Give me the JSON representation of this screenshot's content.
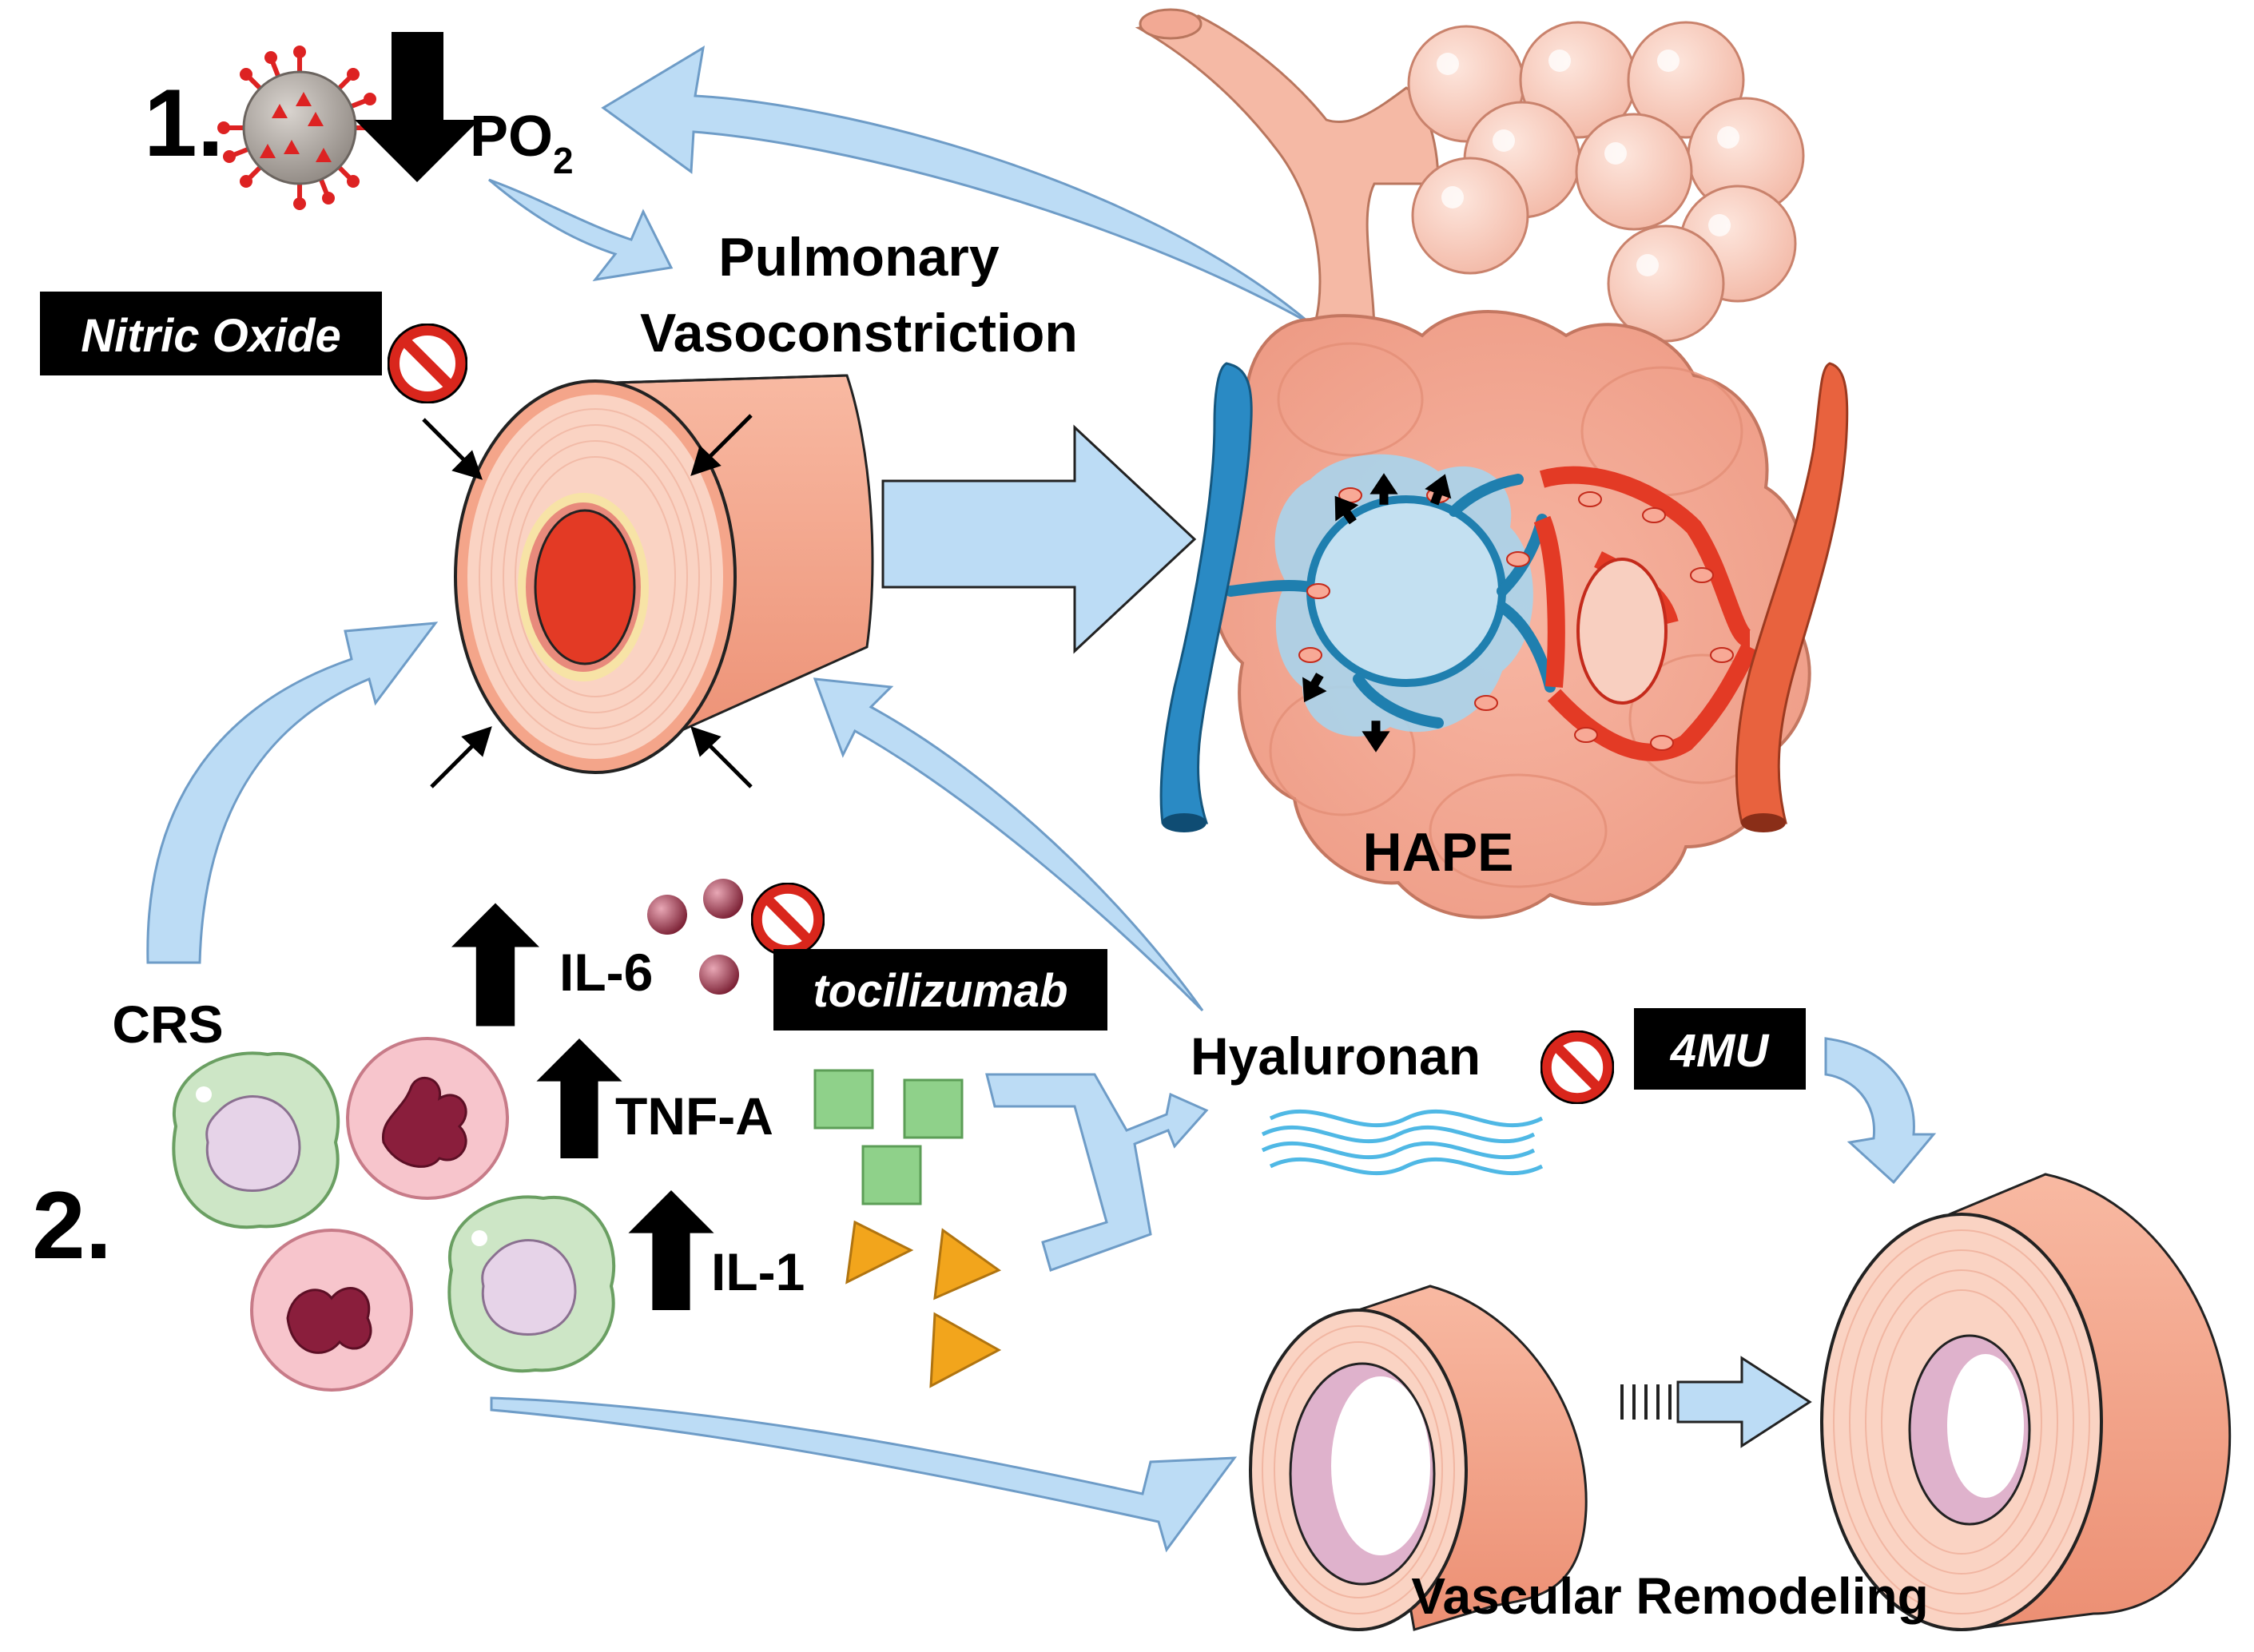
{
  "labels": {
    "step1": "1.",
    "po2": "PO",
    "po2_sub": "2",
    "pulmonary": "Pulmonary",
    "vasoconstriction": "Vasoconstriction",
    "nitric_oxide": "Nitric Oxide",
    "hape": "HAPE",
    "crs": "CRS",
    "step2": "2.",
    "il6": "IL-6",
    "tocilizumab": "tocilizumab",
    "tnfa": "TNF-A",
    "il1": "IL-1",
    "hyaluronan": "Hyaluronan",
    "fourmu": "4MU",
    "vascular_remodeling": "Vascular Remodeling"
  },
  "icons": [
    "virus-icon",
    "down-arrow-icon",
    "up-arrow-icon",
    "prohibition-icon",
    "vessel-cross-section",
    "alveoli-illustration",
    "immune-cell"
  ],
  "colors": {
    "arrow_fill": "#bcdcf5",
    "arrow_stroke": "#6e9cc7",
    "vessel_pink": "#f4a58a",
    "vessel_inner": "#fbd9cf",
    "artery_red": "#e8392a",
    "vein_blue": "#2a8ac4",
    "label_black": "#000000",
    "prohibit_red": "#d9261c",
    "il6_particle": "#8a2a3e",
    "tnfa_square": "#8fd18a",
    "il1_triangle": "#f2a51c"
  }
}
